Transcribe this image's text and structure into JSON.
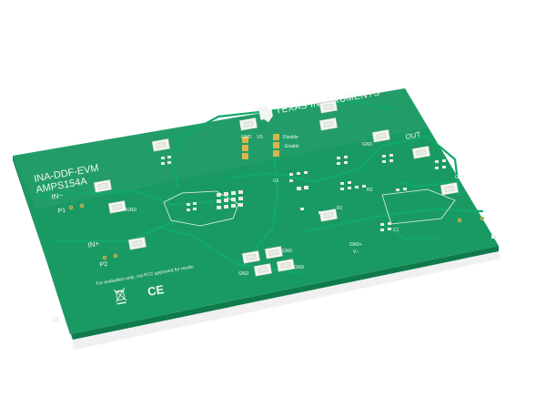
{
  "board": {
    "name_line1": "INA-DDF-EVM",
    "name_line2": "AMPS154A",
    "brand": "TEXAS INSTRUMENTS",
    "disclaimer": "For evaluation only; not FCC approved for resale.",
    "ce_mark": "CE",
    "colors": {
      "soldermask": "#1a9a63",
      "soldermask_dark": "#118253",
      "edge": "#0f7a4c",
      "silkscreen": "#f2f6f1",
      "pad": "#e9ece6",
      "background": "#ffffff"
    }
  },
  "labels": {
    "in_minus": "IN−",
    "in_plus": "IN+",
    "p1": "P1",
    "p2": "P2",
    "out": "OUT",
    "gnd_a": "GND",
    "gnd_b": "GND",
    "gnd_c": "GND",
    "gnd_d": "GND",
    "gnd_e": "GND",
    "gnd_f": "GND",
    "vs": "VS",
    "disable": "Disable",
    "enable": "Enable",
    "gnd_vs": "GND+",
    "v_minus": "V−",
    "dgnd": "GND",
    "r1": "R1",
    "r2": "R2",
    "c1": "C1",
    "u1": "U1"
  },
  "icons": {
    "ti_logo": "ti-logo-icon",
    "weee": "weee-bin-icon",
    "ce": "ce-mark-icon"
  }
}
